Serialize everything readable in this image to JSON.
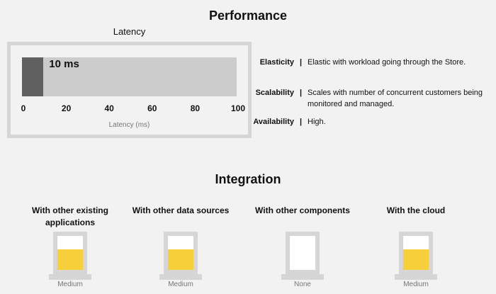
{
  "performance": {
    "title": "Performance",
    "latency": {
      "label": "Latency",
      "value_label": "10 ms",
      "value": 10,
      "axis_min": 0,
      "axis_max": 100,
      "ticks": [
        "0",
        "20",
        "40",
        "60",
        "80",
        "100"
      ],
      "axis_label": "Latency (ms)"
    },
    "attributes": [
      {
        "key": "Elasticity",
        "separator": "|",
        "value": "Elastic with workload going through the Store."
      },
      {
        "key": "Scalability",
        "separator": "|",
        "value": "Scales with number of concurrent customers being monitored and managed."
      },
      {
        "key": "Availability",
        "separator": "|",
        "value": "High."
      }
    ]
  },
  "integration": {
    "title": "Integration",
    "items": [
      {
        "label": "With other existing applications",
        "rating": "Medium",
        "level": 0.6
      },
      {
        "label": "With other data sources",
        "rating": "Medium",
        "level": 0.6
      },
      {
        "label": "With other components",
        "rating": "None",
        "level": 0
      },
      {
        "label": "With the cloud",
        "rating": "Medium",
        "level": 0.6
      }
    ]
  },
  "colors": {
    "latency_fill": "#606060",
    "latency_track": "#cccccc",
    "gauge_fill": "#f7cf3b",
    "gauge_frame": "#d6d6d6"
  }
}
